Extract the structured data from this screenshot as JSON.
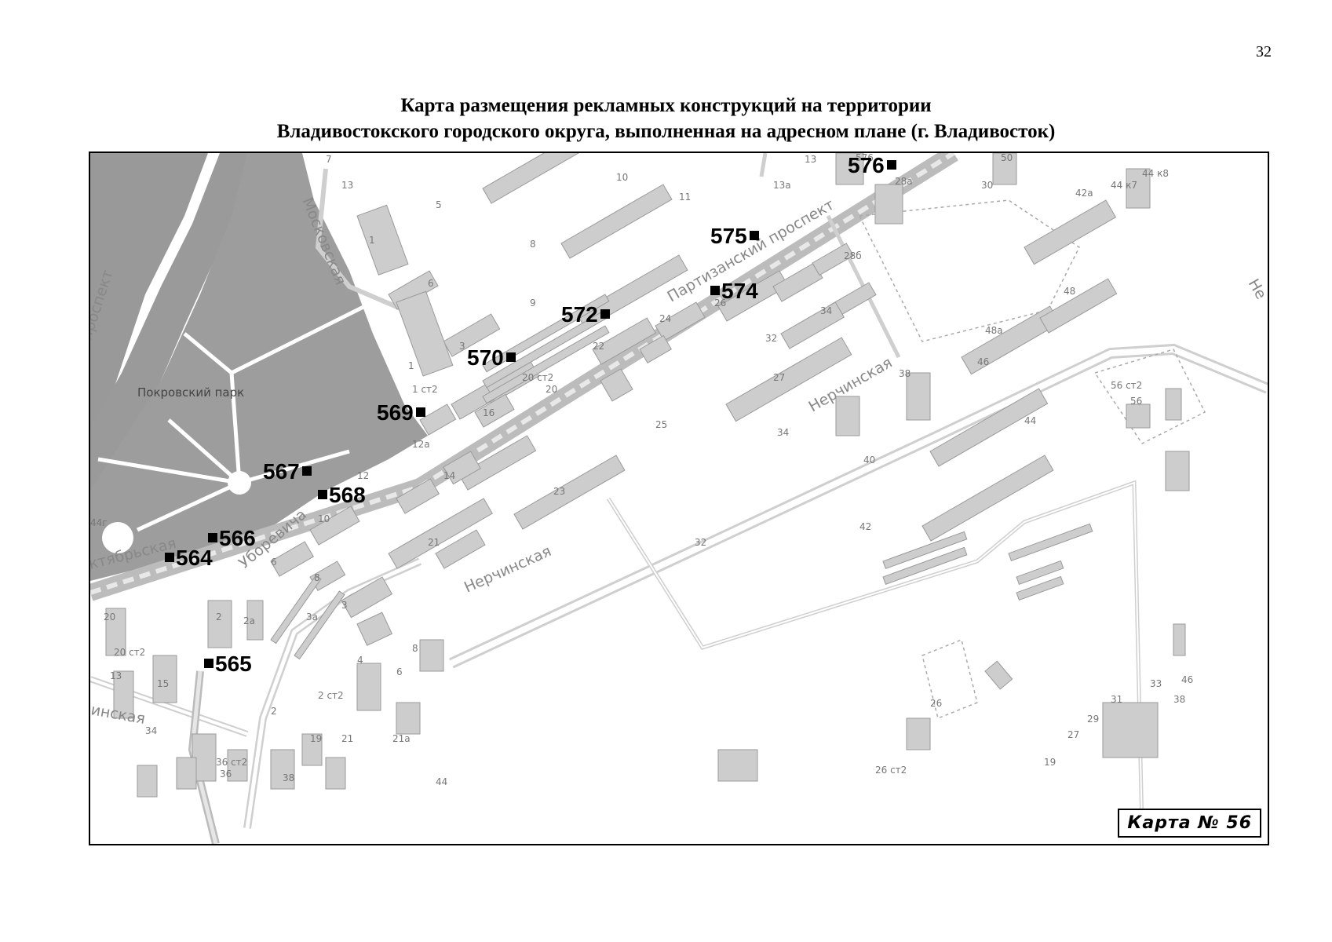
{
  "page_number": "32",
  "title": {
    "line1": "Карта размещения рекламных конструкций на территории",
    "line2": "Владивостокского городского округа, выполненная на адресном плане (г. Владивосток)"
  },
  "map": {
    "label": "Карта № 56",
    "streets": {
      "moskovskaya": "Московская",
      "partizansky": "Партизанский проспект",
      "nerchinskaya_top": "Нерчинская",
      "nerchinskaya_bottom": "Нерчинская",
      "oktyabrskaya": "ктябрьская",
      "ussuriyskaya": "Уборевича",
      "prospekt_left": "проспект",
      "nerch_left": "инская",
      "ne_right": "Не"
    },
    "park": "Покровский парк",
    "markers": [
      {
        "id": "576"
      },
      {
        "id": "575"
      },
      {
        "id": "574"
      },
      {
        "id": "572"
      },
      {
        "id": "570"
      },
      {
        "id": "569"
      },
      {
        "id": "567"
      },
      {
        "id": "568"
      },
      {
        "id": "566"
      },
      {
        "id": "564"
      },
      {
        "id": "565"
      }
    ],
    "house_numbers": [
      "7",
      "13",
      "5",
      "10",
      "11",
      "13",
      "13а",
      "576",
      "28а",
      "30",
      "50",
      "42а",
      "44 к7",
      "44 к8",
      "1",
      "8",
      "28б",
      "6",
      "9",
      "24",
      "26",
      "34",
      "48",
      "3",
      "22",
      "32",
      "48а",
      "1",
      "20 ст2",
      "20",
      "27",
      "38",
      "46",
      "1 ст2",
      "16",
      "12а",
      "25",
      "34",
      "56 ст2",
      "56",
      "44",
      "14",
      "40",
      "12",
      "23",
      "44г",
      "10",
      "21",
      "32",
      "42",
      "6",
      "8",
      "3а",
      "3",
      "20",
      "2а",
      "2",
      "20 ст2",
      "13",
      "15",
      "8",
      "4",
      "6",
      "34",
      "2",
      "2 ст2",
      "19",
      "21",
      "21а",
      "36 ст2",
      "36",
      "38",
      "44",
      "26 ст2",
      "26",
      "33",
      "46",
      "31",
      "38",
      "29",
      "27",
      "19"
    ]
  }
}
